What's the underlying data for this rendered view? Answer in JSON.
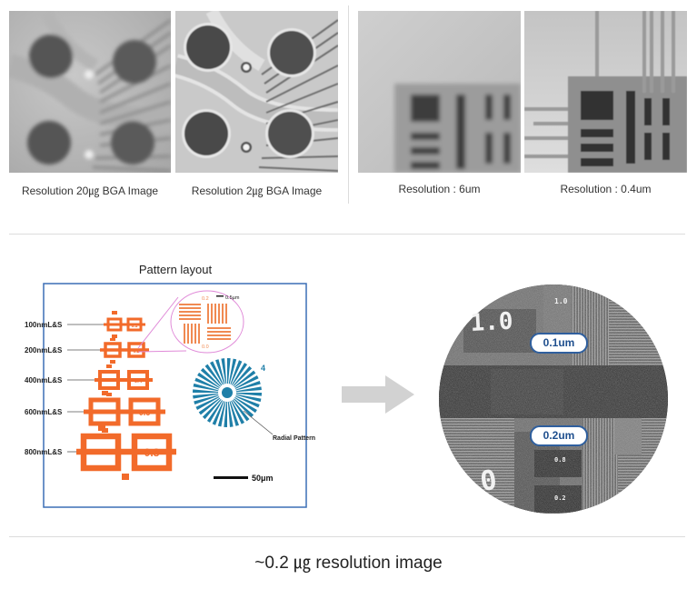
{
  "top_images": [
    {
      "caption": "Resolution 20㎍ BGA Image"
    },
    {
      "caption": "Resolution 2㎍ BGA Image"
    },
    {
      "caption": "Resolution : 6um"
    },
    {
      "caption": "Resolution : 0.4um"
    }
  ],
  "pattern_layout": {
    "title": "Pattern layout",
    "labels": [
      "100nmL&S",
      "200nmL&S",
      "400nmL&S",
      "600nmL&S",
      "800nmL&S"
    ],
    "values": [
      "0.1",
      "0.2",
      "0.4",
      "0.6",
      "0.8"
    ],
    "zoom_labels": {
      "top": "0.2",
      "scale": "0.5µm",
      "bottom": "0.0"
    },
    "radial_label": "Radial Pattern",
    "radial_number": "4",
    "scale_bar": "50μm",
    "colors": {
      "pattern": "#f26a2a",
      "radial": "#1f7fa8",
      "frame": "#3b6fb5",
      "zoom_circle": "#e08ad8"
    }
  },
  "sem_image": {
    "badge_top": "0.1um",
    "badge_bottom": "0.2um",
    "markings": [
      "1.0",
      "1.0",
      "0",
      "0.8",
      "0.2"
    ]
  },
  "result_caption": "~0.2 ㎍ resolution image"
}
